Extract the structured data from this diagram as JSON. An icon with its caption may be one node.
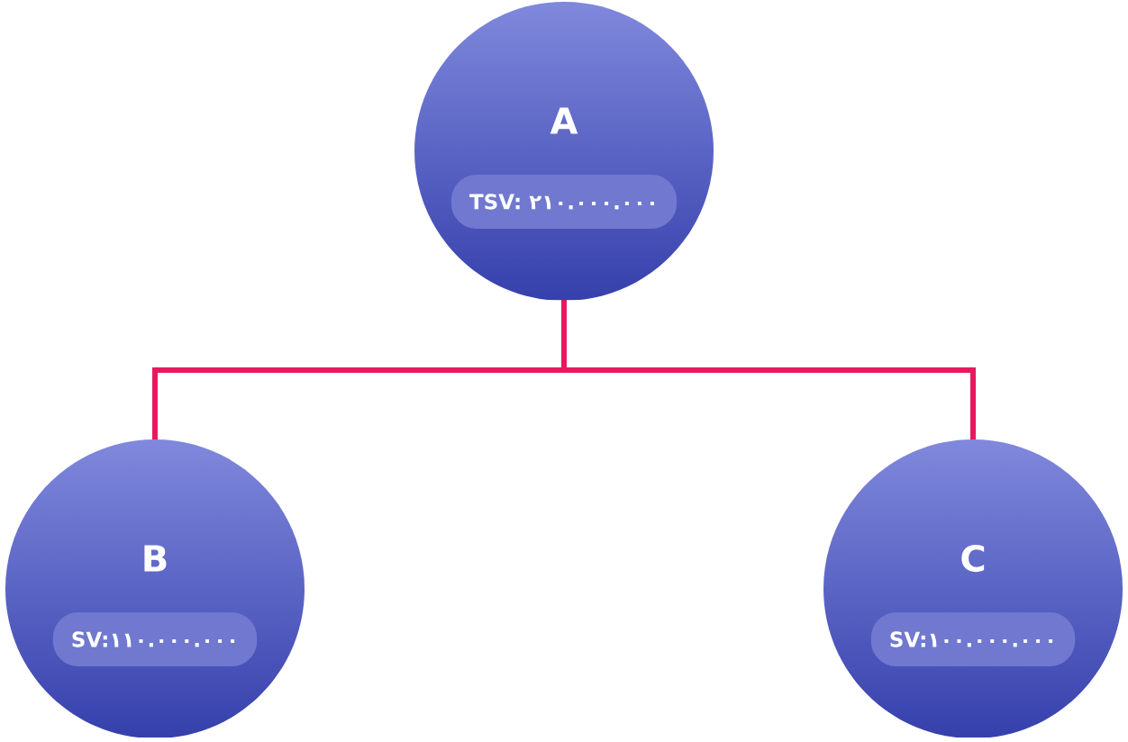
{
  "diagram": {
    "nodes": [
      {
        "text": [
          "A",
          "TSV: ۲۱۰.۰۰۰.۰۰۰"
        ]
      },
      {
        "text": [
          "B",
          "SV:۱۱۰.۰۰۰.۰۰۰"
        ]
      },
      {
        "text": [
          "C",
          "SV:۱۰۰.۰۰۰.۰۰۰"
        ]
      }
    ],
    "edges": [
      {
        "from": 0,
        "to": 1,
        "arrow": "none"
      },
      {
        "from": 0,
        "to": 2,
        "arrow": "none"
      }
    ]
  }
}
